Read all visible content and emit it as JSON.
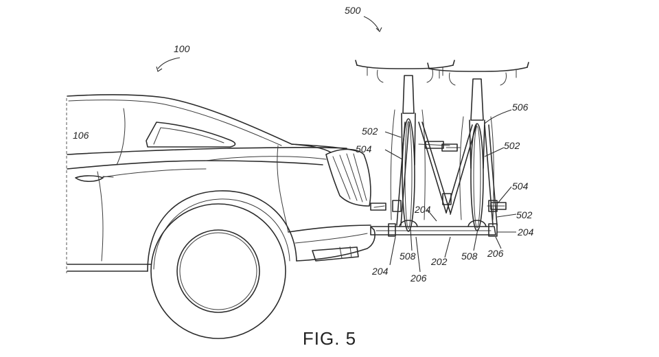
{
  "figure": {
    "caption": "FIG. 5",
    "reference_numerals": {
      "vehicle": "100",
      "vehicle_part": "106",
      "bike_rack_system": "500",
      "r502_a": "502",
      "r502_b": "502",
      "r502_c": "502",
      "r504_a": "504",
      "r504_b": "504",
      "r506": "506",
      "r204_a": "204",
      "r204_b": "204",
      "r204_c": "204",
      "r508_a": "508",
      "r508_b": "508",
      "r202": "202",
      "r206_a": "206",
      "r206_b": "206"
    }
  }
}
